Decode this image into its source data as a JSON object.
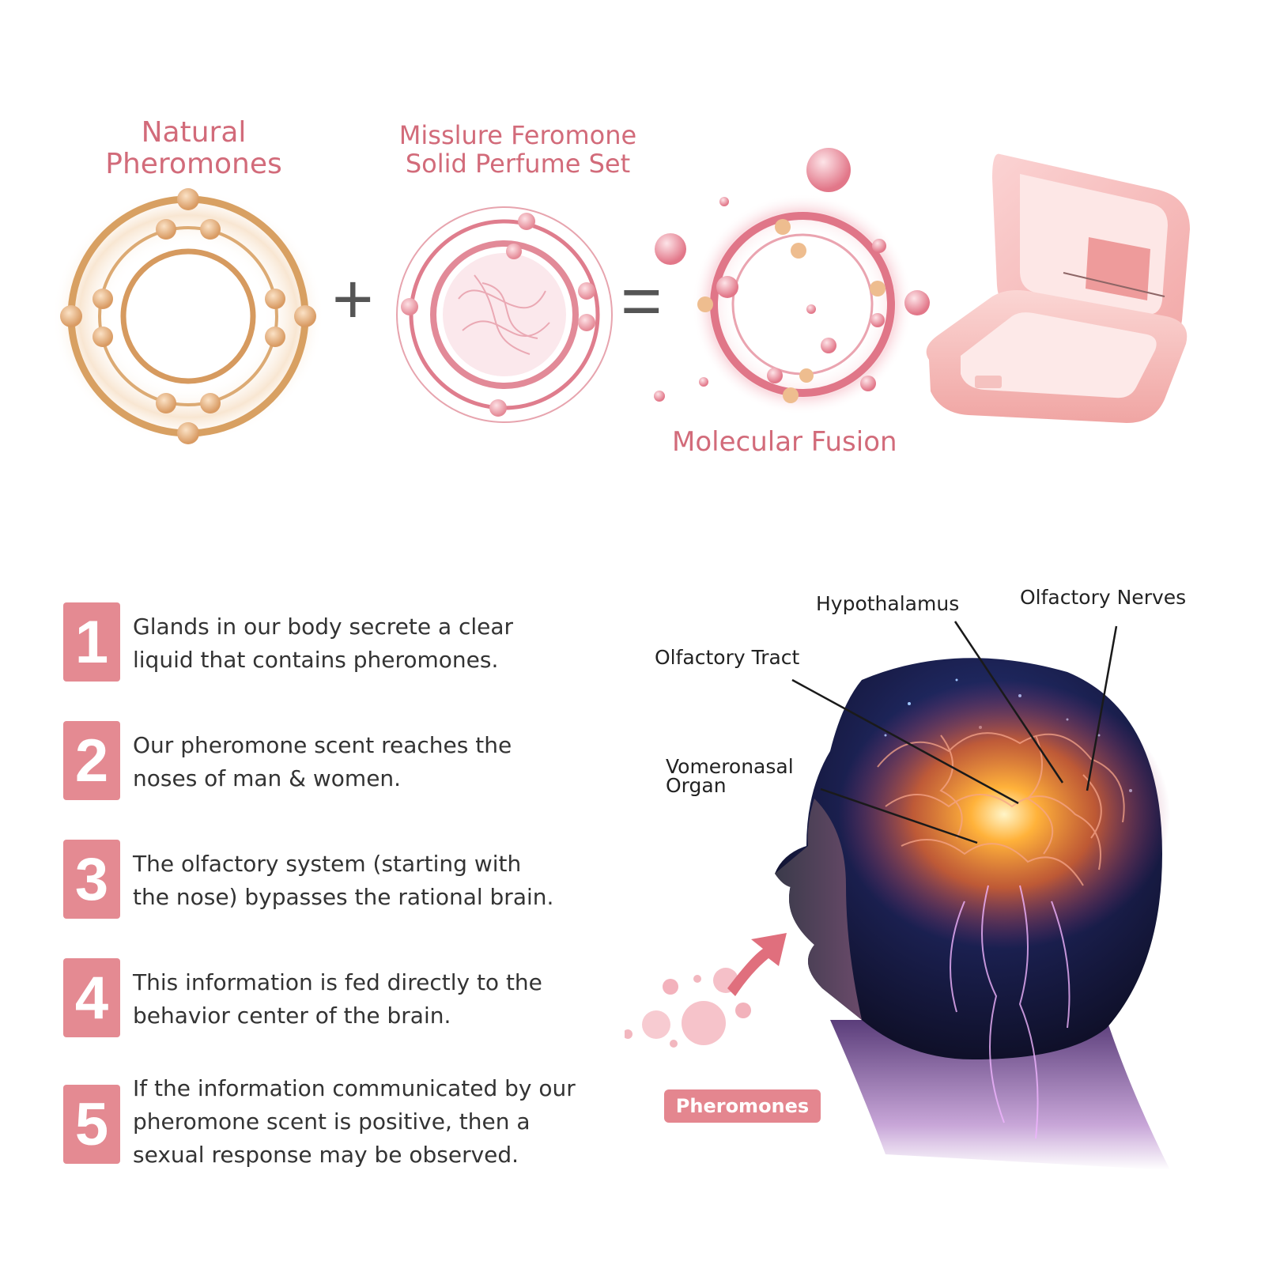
{
  "top": {
    "natural_title_line1": "Natural",
    "natural_title_line2": "Pheromones",
    "product_title_line1": "Misslure Feromone",
    "product_title_line2": "Solid Perfume Set",
    "plus_symbol": "+",
    "equals_symbol": "=",
    "fusion_label": "Molecular Fusion"
  },
  "steps": [
    {
      "number": "1",
      "line1": "Glands in our body secrete a clear",
      "line2": "liquid that contains pheromones.",
      "line3": ""
    },
    {
      "number": "2",
      "line1": "Our pheromone scent reaches the",
      "line2": "noses of man & women.",
      "line3": ""
    },
    {
      "number": "3",
      "line1": "The olfactory system (starting with",
      "line2": "the nose) bypasses the rational brain.",
      "line3": ""
    },
    {
      "number": "4",
      "line1": "This information is fed directly to the",
      "line2": "behavior center of the brain.",
      "line3": ""
    },
    {
      "number": "5",
      "line1": "If the information communicated by our",
      "line2": "pheromone scent is positive, then a",
      "line3": "sexual response may be observed."
    }
  ],
  "brain_labels": {
    "hypothalamus": "Hypothalamus",
    "olfactory_nerves": "Olfactory Nerves",
    "olfactory_tract": "Olfactory Tract",
    "vomeronasal_line1": "Vomeronasal",
    "vomeronasal_line2": "Organ"
  },
  "pheromones_badge": "Pheromones",
  "colors": {
    "accent_pink": "#e48a92",
    "title_pink": "#d26b7a",
    "gold": "#d89a5c"
  }
}
